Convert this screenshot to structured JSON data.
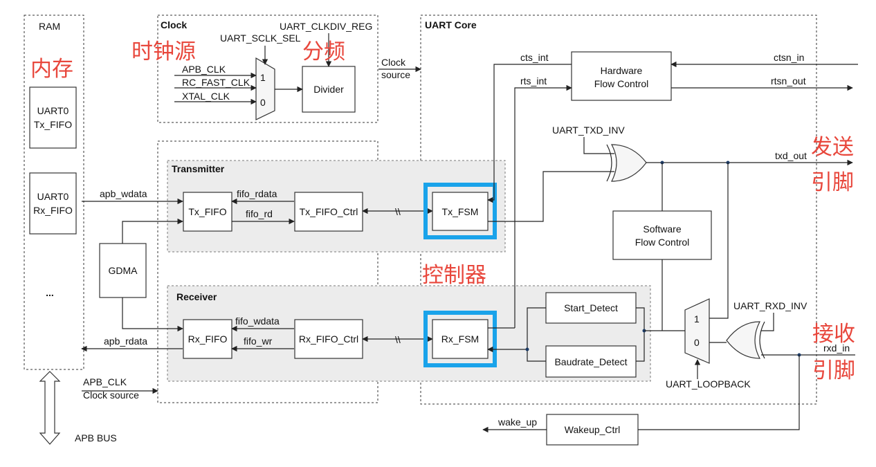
{
  "blocks": {
    "ram": {
      "title": "RAM",
      "tx_fifo": [
        "UART0",
        "Tx_FIFO"
      ],
      "rx_fifo": [
        "UART0",
        "Rx_FIFO"
      ],
      "ellipsis": "..."
    },
    "gdma": "GDMA",
    "clock": {
      "title": "Clock",
      "sclk_sel": "UART_SCLK_SEL",
      "clkdiv_reg": "UART_CLKDIV_REG",
      "divider": "Divider",
      "inputs": [
        "APB_CLK",
        "RC_FAST_CLK",
        "XTAL_CLK"
      ],
      "mux_1": "1",
      "mux_0": "0",
      "source": [
        "Clock",
        "source"
      ]
    },
    "transmitter": {
      "title": "Transmitter",
      "fifo": "Tx_FIFO",
      "ctrl": "Tx_FIFO_Ctrl",
      "fsm": "Tx_FSM",
      "fifo_rdata": "fifo_rdata",
      "fifo_rd": "fifo_rd",
      "apb_wdata": "apb_wdata"
    },
    "receiver": {
      "title": "Receiver",
      "fifo": "Rx_FIFO",
      "ctrl": "Rx_FIFO_Ctrl",
      "fsm": "Rx_FSM",
      "fifo_wdata": "fifo_wdata",
      "fifo_wr": "fifo_wr",
      "apb_rdata": "apb_rdata",
      "start_detect": "Start_Detect",
      "baudrate_detect": "Baudrate_Detect"
    },
    "uart_core": {
      "title": "UART Core",
      "cts_int": "cts_int",
      "rts_int": "rts_int",
      "hw_flow": [
        "Hardware",
        "Flow Control"
      ],
      "sw_flow": [
        "Software",
        "Flow Control"
      ],
      "ctsn_in": "ctsn_in",
      "rtsn_out": "rtsn_out",
      "txd_inv": "UART_TXD_INV",
      "txd_out": "txd_out",
      "rxd_inv": "UART_RXD_INV",
      "rxd_in": "rxd_in",
      "loopback": "UART_LOOPBACK",
      "mux_1": "1",
      "mux_0": "0",
      "break_marks": "\\\\"
    },
    "wakeup": {
      "ctrl": "Wakeup_Ctrl",
      "wake_up": "wake_up"
    },
    "apb": {
      "clk": "APB_CLK",
      "clk_src": "Clock source",
      "bus": "APB BUS"
    }
  },
  "annotations": {
    "memory": "内存",
    "clock_source": "时钟源",
    "divide": "分频",
    "controller": "控制器",
    "tx_pin": [
      "发送",
      "引脚"
    ],
    "rx_pin": [
      "接收",
      "引脚"
    ]
  },
  "colors": {
    "highlight": "#1aa3ea",
    "annotation": "#e8473c",
    "group_fill": "#ececec"
  }
}
